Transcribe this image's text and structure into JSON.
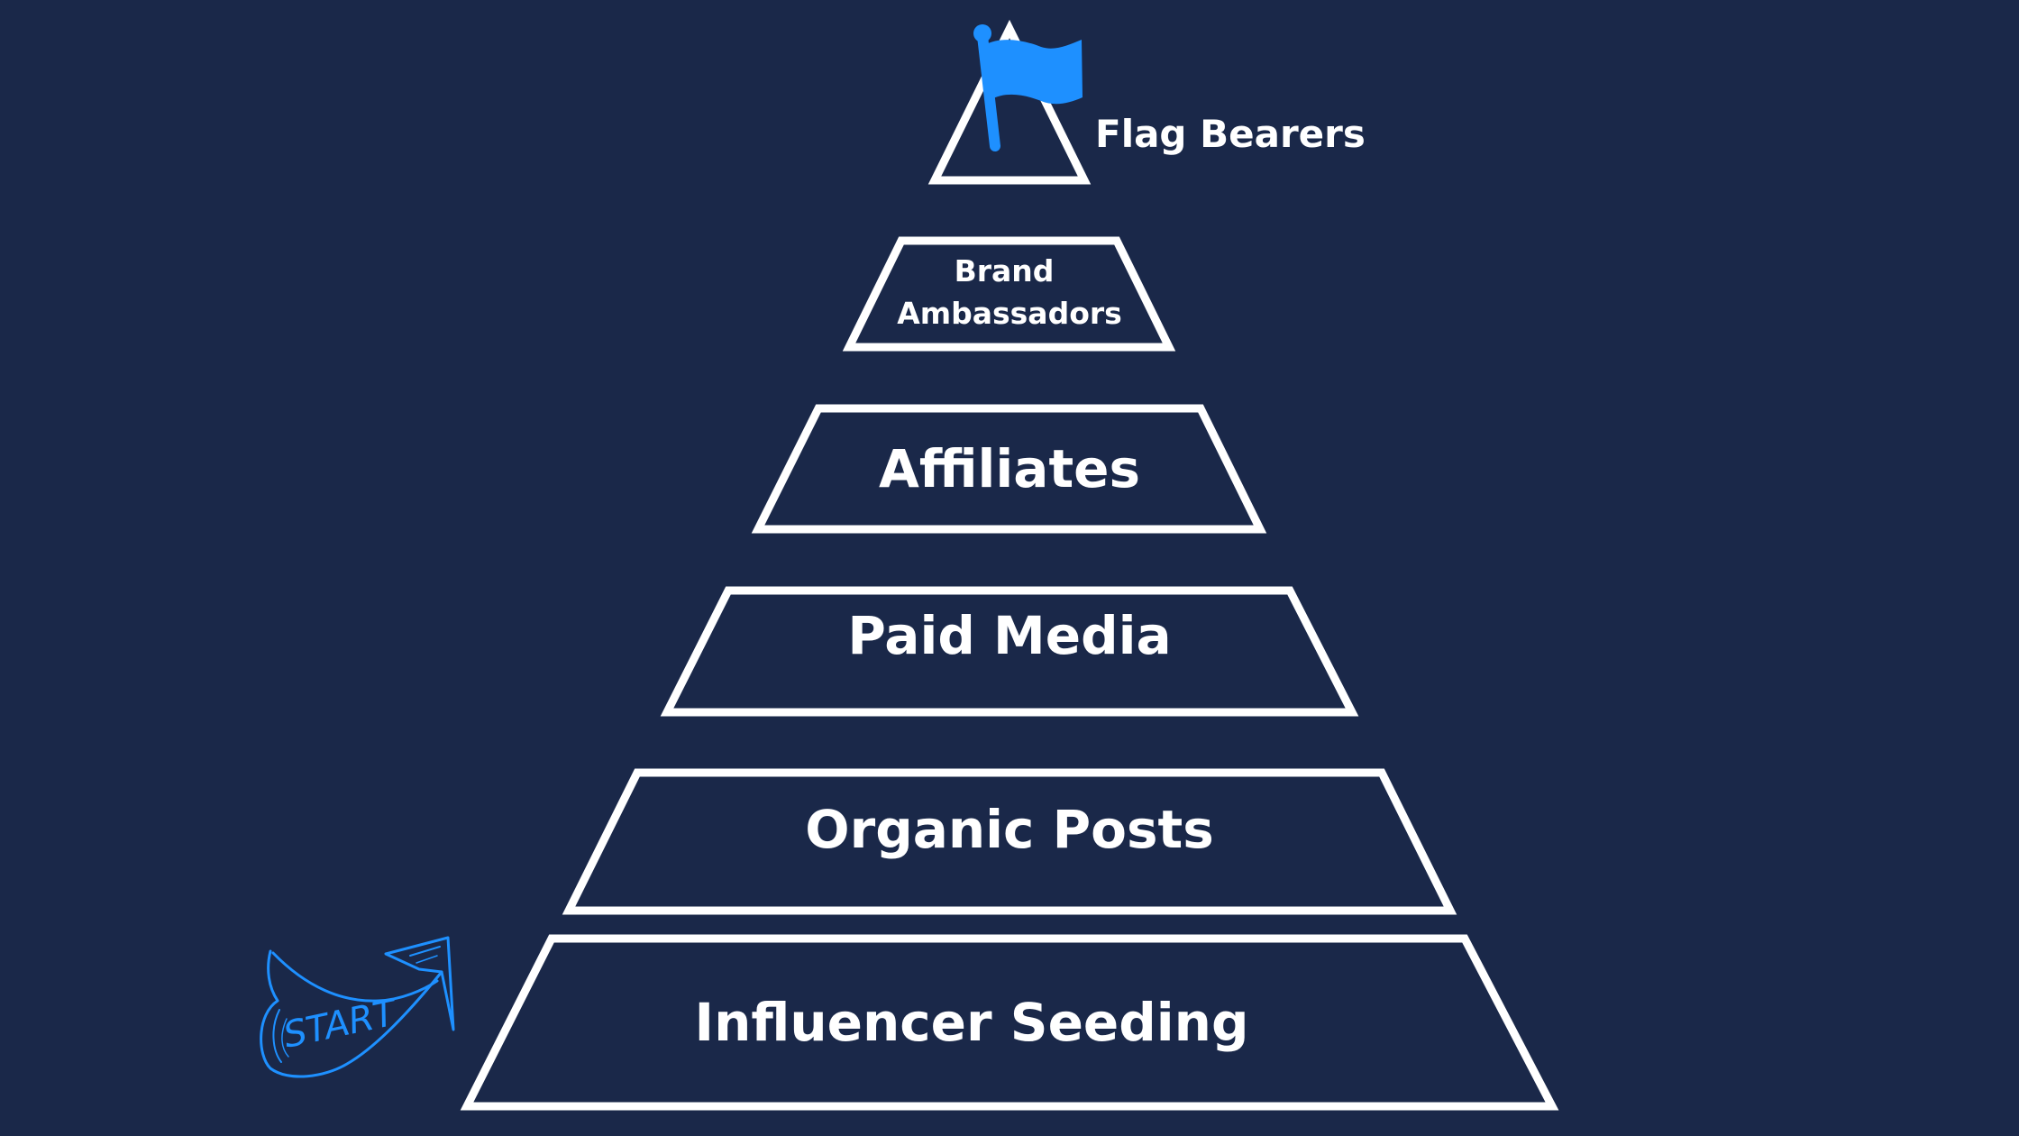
{
  "colors": {
    "background": "#1a2849",
    "outline": "#ffffff",
    "text": "#ffffff",
    "accent": "#1e90ff"
  },
  "tiers": [
    {
      "label": "Influencer Seeding"
    },
    {
      "label": "Organic Posts"
    },
    {
      "label": "Paid Media"
    },
    {
      "label": "Affiliates"
    },
    {
      "label": "Brand Ambassadors",
      "lines": [
        "Brand",
        "Ambassadors"
      ]
    }
  ],
  "peak": {
    "label": "Flag Bearers",
    "icon": "flag-icon"
  },
  "start_marker": {
    "label": "START",
    "icon": "curved-arrow-icon"
  }
}
